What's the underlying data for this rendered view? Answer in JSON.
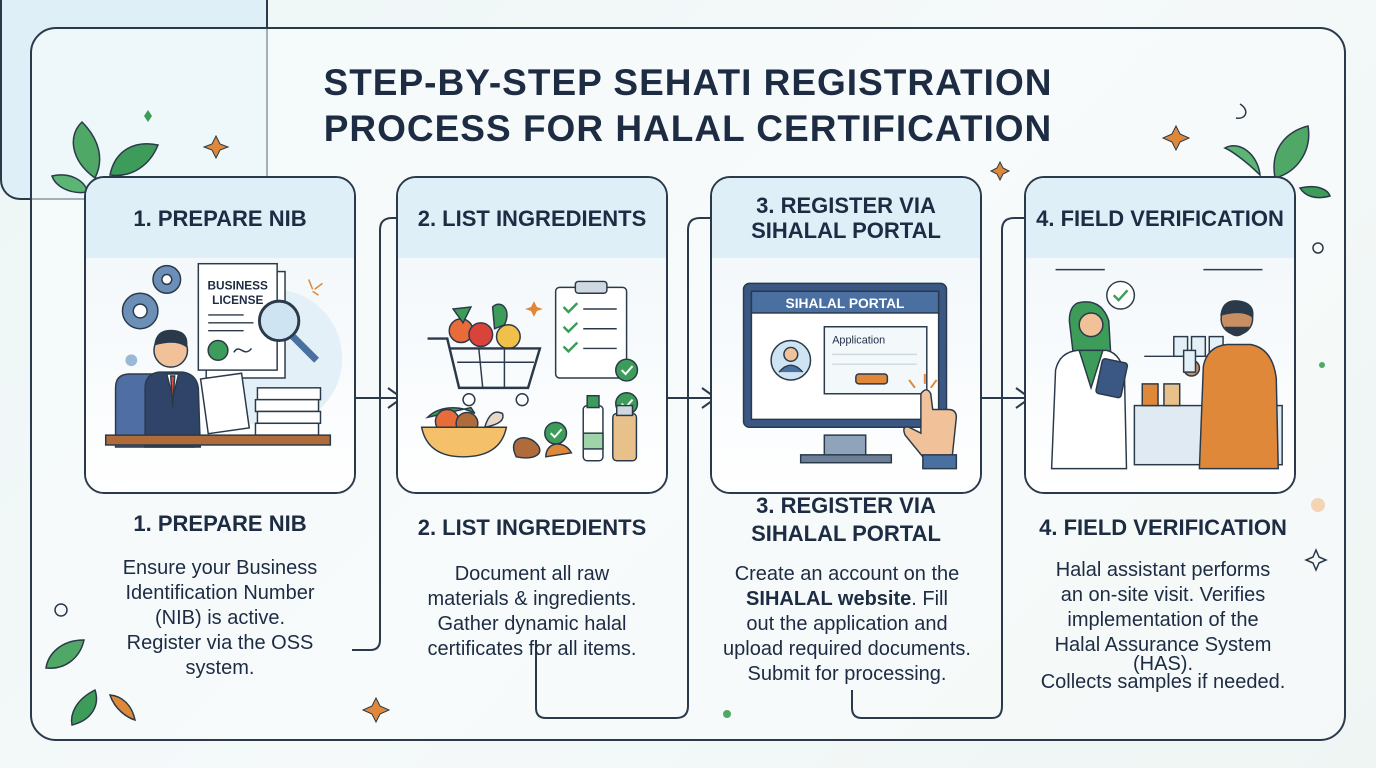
{
  "title": {
    "line1": "STEP-BY-STEP SEHATI REGISTRATION",
    "line2": "PROCESS FOR HALAL CERTIFICATION"
  },
  "steps": [
    {
      "header": "1. PREPARE NIB",
      "title": "1. PREPARE NIB",
      "body": [
        "Ensure your Business",
        "Identification Number",
        "(NIB) is active.",
        "Register via the OSS",
        "system."
      ],
      "illus": {
        "doc_line1": "BUSINESS",
        "doc_line2": "LICENSE"
      }
    },
    {
      "header": "2. LIST INGREDIENTS",
      "title": "2. LIST INGREDIENTS",
      "body": [
        "Document all raw",
        "materials & ingredients.",
        "Gather dynamic halal",
        "certificates for all items."
      ]
    },
    {
      "header": "3. REGISTER VIA SIHALAL PORTAL",
      "title_line1": "3. REGISTER VIA",
      "title_line2": "SIHALAL PORTAL",
      "body_line1": "Create an account on the",
      "body_bold": "SIHALAL website",
      "body_line2_rest": ". Fill",
      "body_rest": [
        "out the application and",
        "upload required documents.",
        "Submit for processing."
      ],
      "illus": {
        "portal": "SIHALAL PORTAL",
        "application": "Application"
      }
    },
    {
      "header": "4. FIELD VERIFICATION",
      "title": "4. FIELD VERIFICATION",
      "body": [
        "Halal assistant performs",
        "an on-site visit. Verifies",
        "implementation of the",
        "Halal Assurance System",
        "(HAS).",
        "Collects samples if needed."
      ]
    }
  ],
  "colors": {
    "accent_header": "#dfeff8",
    "outline": "#2a3a4a",
    "leaf_green": "#3e9c5a",
    "sparkle_orange": "#e0883a"
  }
}
